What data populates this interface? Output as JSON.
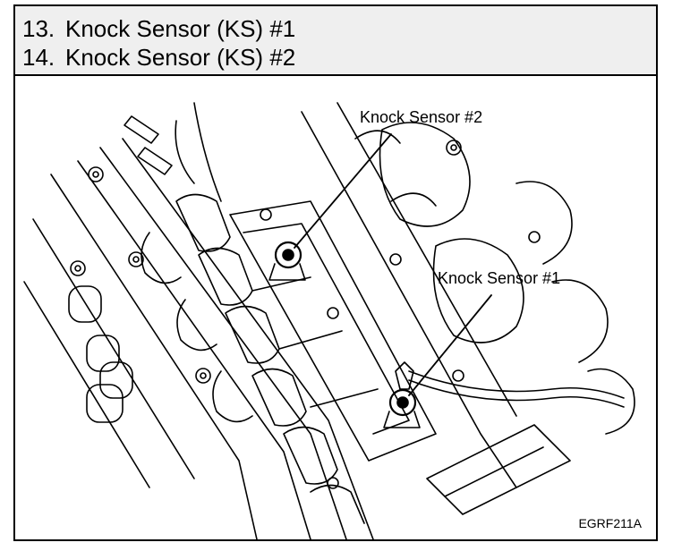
{
  "header": {
    "items": [
      {
        "number": "13.",
        "text": "Knock Sensor (KS) #1"
      },
      {
        "number": "14.",
        "text": "Knock Sensor (KS) #2"
      }
    ]
  },
  "callouts": {
    "sensor2": "Knock Sensor #2",
    "sensor1": "Knock Sensor #1"
  },
  "figure_code": "EGRF211A"
}
